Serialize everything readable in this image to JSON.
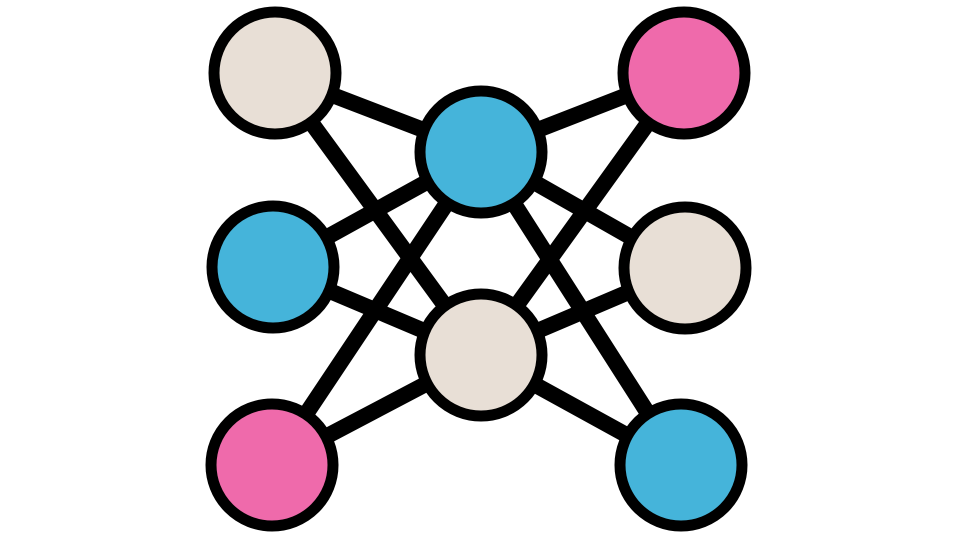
{
  "diagram": {
    "type": "network",
    "colors": {
      "cream": "#E8DFD6",
      "blue": "#45B4DA",
      "pink": "#EF6AAB",
      "outline": "#000000",
      "background": "#FFFFFF"
    },
    "nodes": [
      {
        "id": "left-top",
        "color": "cream"
      },
      {
        "id": "left-middle",
        "color": "blue"
      },
      {
        "id": "left-bottom",
        "color": "pink"
      },
      {
        "id": "center-top",
        "color": "blue"
      },
      {
        "id": "center-bottom",
        "color": "cream"
      },
      {
        "id": "right-top",
        "color": "pink"
      },
      {
        "id": "right-middle",
        "color": "cream"
      },
      {
        "id": "right-bottom",
        "color": "blue"
      }
    ],
    "edges": [
      [
        "left-top",
        "center-top"
      ],
      [
        "left-top",
        "center-bottom"
      ],
      [
        "left-middle",
        "center-top"
      ],
      [
        "left-middle",
        "center-bottom"
      ],
      [
        "left-bottom",
        "center-top"
      ],
      [
        "left-bottom",
        "center-bottom"
      ],
      [
        "right-top",
        "center-top"
      ],
      [
        "right-top",
        "center-bottom"
      ],
      [
        "right-middle",
        "center-top"
      ],
      [
        "right-middle",
        "center-bottom"
      ],
      [
        "right-bottom",
        "center-top"
      ],
      [
        "right-bottom",
        "center-bottom"
      ]
    ]
  }
}
